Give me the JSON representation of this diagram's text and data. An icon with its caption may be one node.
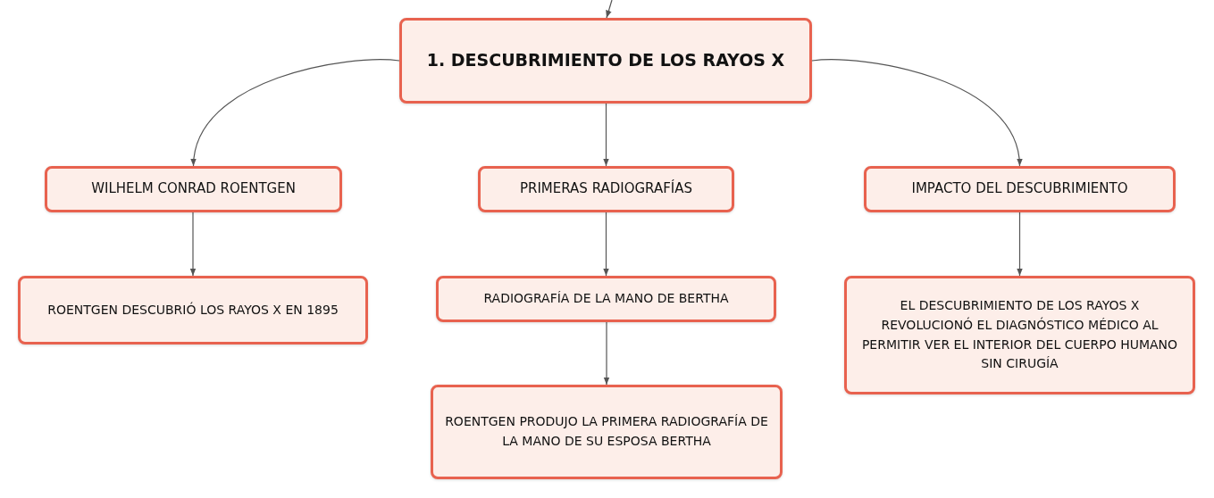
{
  "diagram": {
    "nodes": [
      {
        "text": [
          "1. DESCUBRIMIENTO DE LOS RAYOS X"
        ]
      },
      {
        "text": [
          "WILHELM CONRAD ROENTGEN"
        ]
      },
      {
        "text": [
          "PRIMERAS RADIOGRAFÍAS"
        ]
      },
      {
        "text": [
          "IMPACTO DEL DESCUBRIMIENTO"
        ]
      },
      {
        "text": [
          "ROENTGEN DESCUBRIÓ LOS RAYOS X EN 1895"
        ]
      },
      {
        "text": [
          "RADIOGRAFÍA DE LA MANO DE BERTHA"
        ]
      },
      {
        "text": [
          "ROENTGEN PRODUJO LA PRIMERA RADIOGRAFÍA DE LA MANO DE SU ESPOSA BERTHA"
        ]
      },
      {
        "text": [
          "EL DESCUBRIMIENTO DE LOS RAYOS X REVOLUCIONÓ EL DIAGNÓSTICO MÉDICO AL PERMITIR VER EL INTERIOR DEL CUERPO HUMANO SIN CIRUGÍA"
        ]
      }
    ],
    "edges": [
      {
        "from": null,
        "to": 0,
        "arrow": "to"
      },
      {
        "from": 0,
        "to": 1,
        "arrow": "to"
      },
      {
        "from": 0,
        "to": 2,
        "arrow": "to"
      },
      {
        "from": 0,
        "to": 3,
        "arrow": "to"
      },
      {
        "from": 1,
        "to": 4,
        "arrow": "to"
      },
      {
        "from": 2,
        "to": 5,
        "arrow": "to"
      },
      {
        "from": 5,
        "to": 6,
        "arrow": "to"
      },
      {
        "from": 3,
        "to": 7,
        "arrow": "to"
      }
    ]
  }
}
